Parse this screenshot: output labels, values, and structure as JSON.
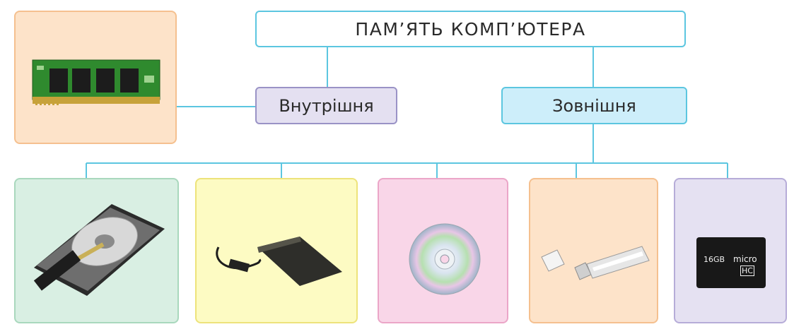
{
  "diagram": {
    "title": "ПАМ’ЯТЬ КОМП’ЮТЕРА",
    "internal_label": "Внутрішня",
    "external_label": "Зовнішня"
  },
  "devices": {
    "ram": "RAM module",
    "hdd": "Hard disk drive",
    "external_hdd": "External hard drive",
    "cd": "CD/DVD disc",
    "usb": "USB flash drive",
    "sd": "microSD card",
    "sd_text_1": "16GB",
    "sd_text_2": "micro",
    "sd_text_3": "HC"
  },
  "colors": {
    "line_blue": "#5cc6e0",
    "line_purple": "#9a93c6",
    "ram_bg": "#fde3c9",
    "hdd_bg": "#d9efe3",
    "ext_bg": "#fdfbc3",
    "cd_bg": "#f9d6e8",
    "usb_bg": "#fde3c9",
    "sd_bg": "#e5e1f2"
  }
}
